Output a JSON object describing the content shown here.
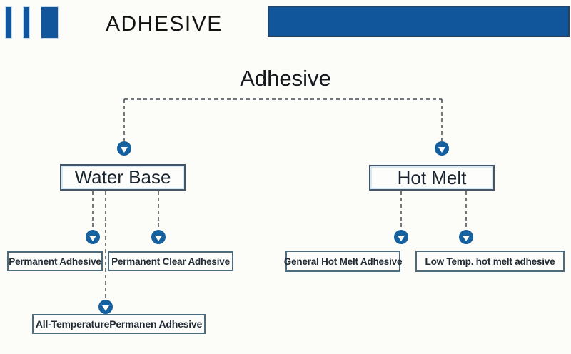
{
  "header": {
    "title": "ADHESIVE"
  },
  "colors": {
    "brand_blue": "#11569b",
    "arrow_blue": "#15609e",
    "connector_gray": "#414c56",
    "big_box_border": "#44566a",
    "leaf_box_border": "#4e6b7c"
  },
  "icons": {
    "arrow_down": "▼"
  },
  "diagram": {
    "title": "Adhesive",
    "level1": [
      {
        "id": "water-base",
        "label": "Water Base"
      },
      {
        "id": "hot-melt",
        "label": "Hot Melt"
      }
    ],
    "level2": [
      {
        "id": "permanent-adhesive",
        "label": "Permanent Adhesive",
        "parent": "water-base"
      },
      {
        "id": "permanent-clear-adhesive",
        "label": "Permanent Clear Adhesive",
        "parent": "water-base"
      },
      {
        "id": "general-hot-melt-adhesive",
        "label": "General Hot Melt Adhesive",
        "parent": "hot-melt"
      },
      {
        "id": "low-temp-hot-melt-adhesive",
        "label": "Low Temp. hot melt adhesive",
        "parent": "hot-melt"
      }
    ],
    "level3": [
      {
        "id": "all-temperature-permanen-adhesive",
        "label": "All-TemperaturePermanen Adhesive",
        "parent": "water-base"
      }
    ]
  }
}
